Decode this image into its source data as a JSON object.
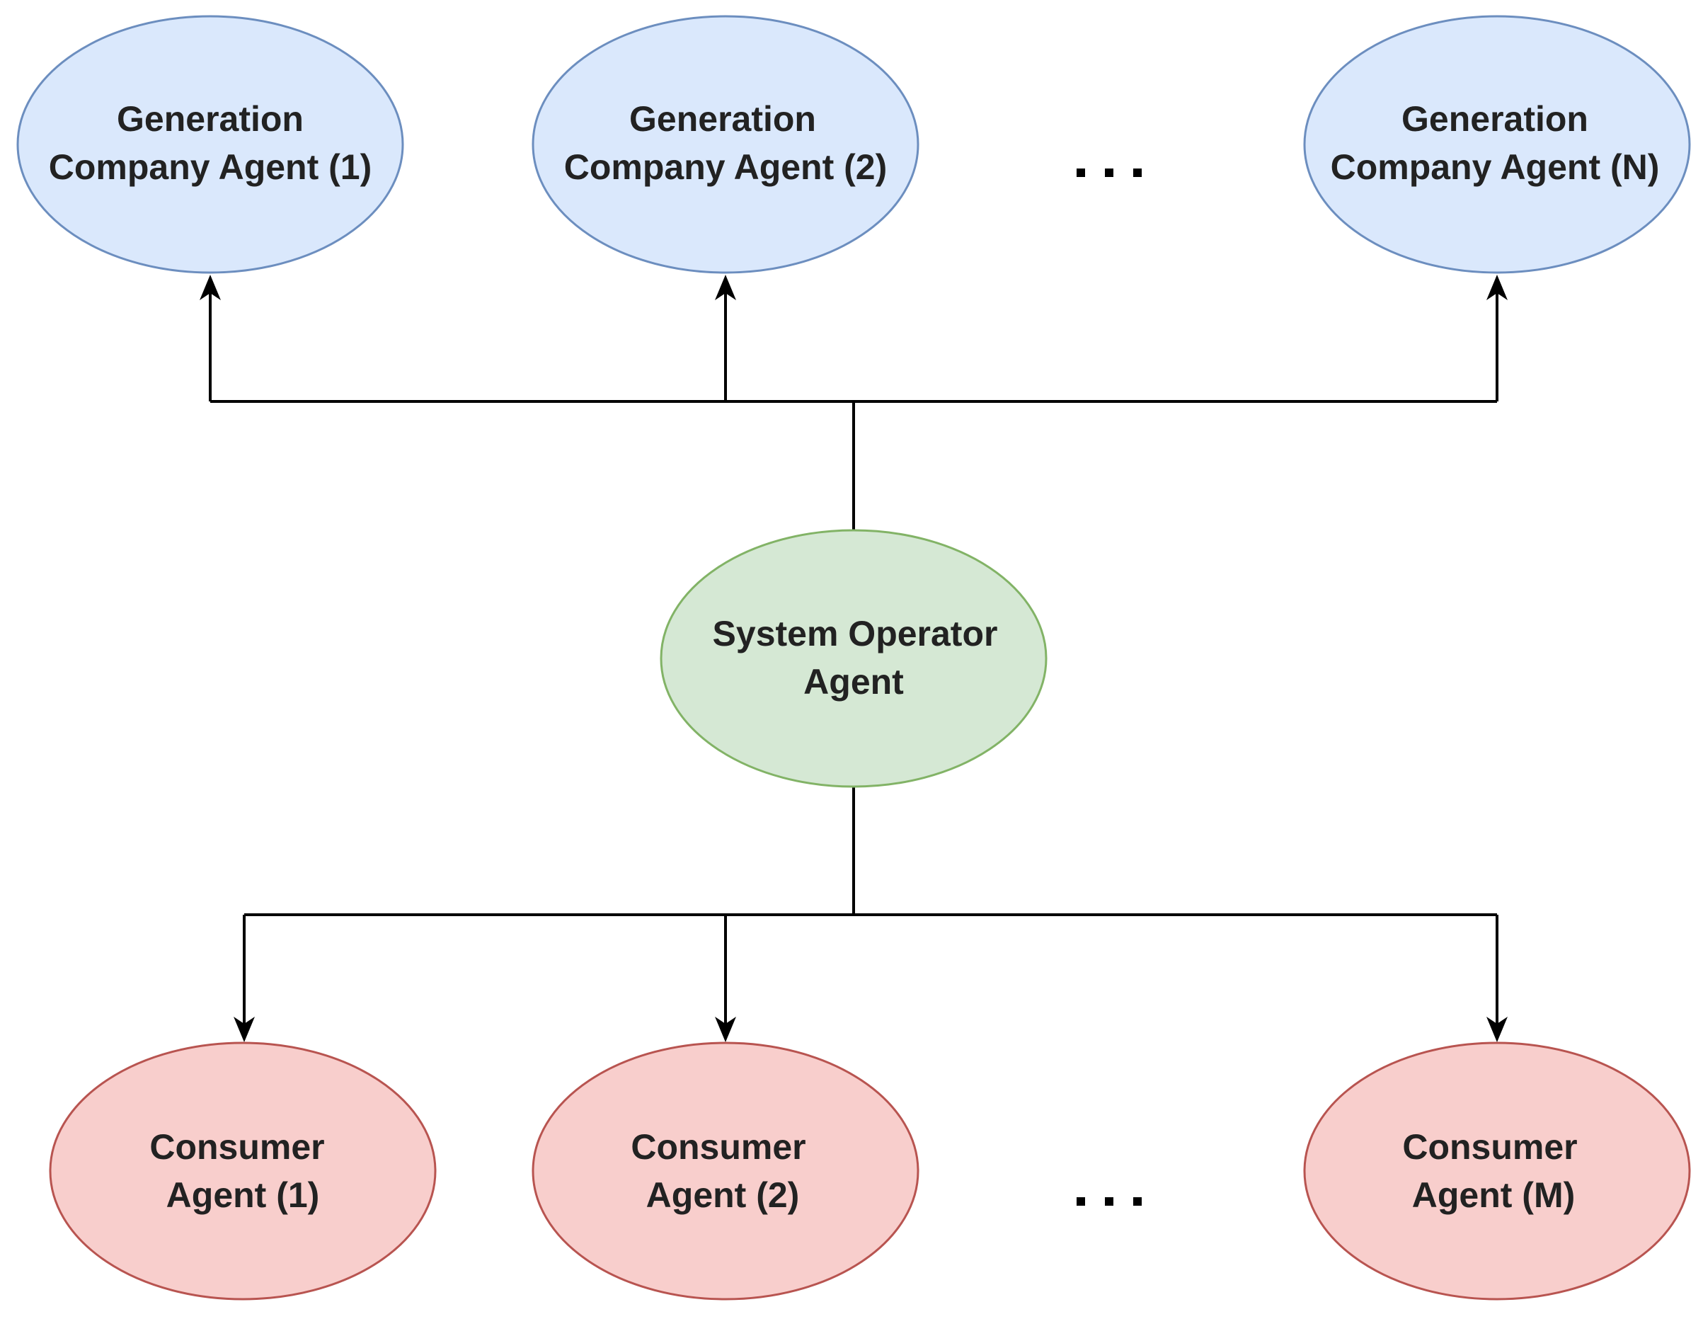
{
  "diagram": {
    "colors": {
      "generation_fill": "#dae8fc",
      "generation_stroke": "#6c8ebf",
      "operator_fill": "#d5e8d4",
      "operator_stroke": "#82b366",
      "consumer_fill": "#f8cecc",
      "consumer_stroke": "#b85450",
      "connector": "#000000"
    },
    "generation_agents": [
      {
        "line1": "Generation",
        "line2": "Company Agent (1)"
      },
      {
        "line1": "Generation",
        "line2": "Company Agent (2)"
      },
      {
        "line1": "Generation",
        "line2": "Company Agent (N)"
      }
    ],
    "system_operator": {
      "line1": "System Operator",
      "line2": "Agent"
    },
    "consumer_agents": [
      {
        "line1": "Consumer",
        "line2": "Agent (1)"
      },
      {
        "line1": "Consumer",
        "line2": "Agent (2)"
      },
      {
        "line1": "Consumer",
        "line2": "Agent (M)"
      }
    ]
  }
}
